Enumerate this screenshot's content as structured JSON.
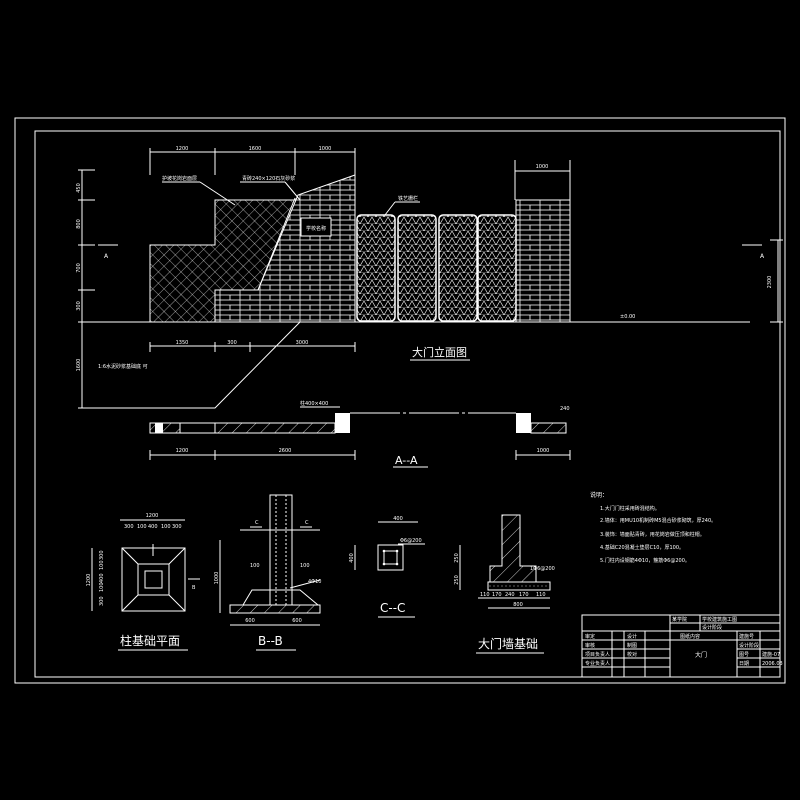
{
  "elevation": {
    "title": "大门立面图",
    "dims_top": [
      "1200",
      "1600",
      "1000"
    ],
    "dim_right_top": "1000",
    "dims_left": [
      "450",
      "800",
      "700",
      "300"
    ],
    "dim_left_lower": "1600",
    "dim_right": "2300",
    "dims_bottom": [
      "1350",
      "300",
      "3000"
    ],
    "annot_slope": "护坡花岗岩面层",
    "annot_wall": "青砖240×120石灰砂浆",
    "annot_nameplate": "学校名称",
    "annot_fence": "铁艺栅栏",
    "annot_ground": "±0.00",
    "annot_foundation": "1:6水泥砂浆基础底 可",
    "section_mark_left": "A",
    "section_mark_right": "A"
  },
  "section_aa": {
    "title": "A--A",
    "dims": [
      "1200",
      "2600",
      "1000"
    ],
    "annot": "柱400×400",
    "dim_small": "240"
  },
  "column_plan": {
    "title": "柱基础平面",
    "dim_top": "1200",
    "dims_top_sub": [
      "300",
      "100",
      "400",
      "100",
      "300"
    ],
    "dim_left": "1200",
    "dims_left_sub": [
      "300",
      "100",
      "400",
      "100",
      "300"
    ],
    "mark_b": "B"
  },
  "section_bb": {
    "title": "B--B",
    "marks": [
      "C",
      "C"
    ],
    "dims_bottom": [
      "600",
      "600"
    ],
    "dim_left": "1000",
    "dims_inner": [
      "100",
      "100"
    ],
    "annot": "4Φ10"
  },
  "section_cc": {
    "title": "C--C",
    "dim_top": "400",
    "dim_left": "400",
    "annot": "Φ6@200"
  },
  "wall_foundation": {
    "title": "大门墙基础",
    "dims_bottom": [
      "110",
      "170",
      "240",
      "170",
      "110"
    ],
    "dim_total": "800",
    "dims_left": [
      "250",
      "250"
    ],
    "annot": "1Φ6@200"
  },
  "notes": {
    "heading": "说明：",
    "items": [
      "1.大门门柱采用砖混结构。",
      "2.墙体：用MU10机制砖M5混合砂浆砌筑，厚240。",
      "3.装饰：墙面贴青砖，用花岗岩做压顶和柱帽。",
      "4.基础C20混凝土垫层C10，厚100。",
      "5.门柱内设钢筋4Φ10，箍筋Φ6@200。"
    ]
  },
  "title_block": {
    "rows": [
      [
        "某学院",
        "学校建筑施工图"
      ],
      [
        "",
        "设计阶段"
      ],
      [
        "审定",
        "设计",
        "图纸内容",
        "建施号"
      ],
      [
        "审核",
        "制图",
        "大门",
        "设计阶段"
      ],
      [
        "项目负责人",
        "校对",
        "",
        "图号"
      ],
      [
        "专业负责人",
        "",
        "",
        "日期"
      ]
    ],
    "drawing_name": "大门",
    "sheet_no": "建施-07",
    "date": "2006.03"
  }
}
